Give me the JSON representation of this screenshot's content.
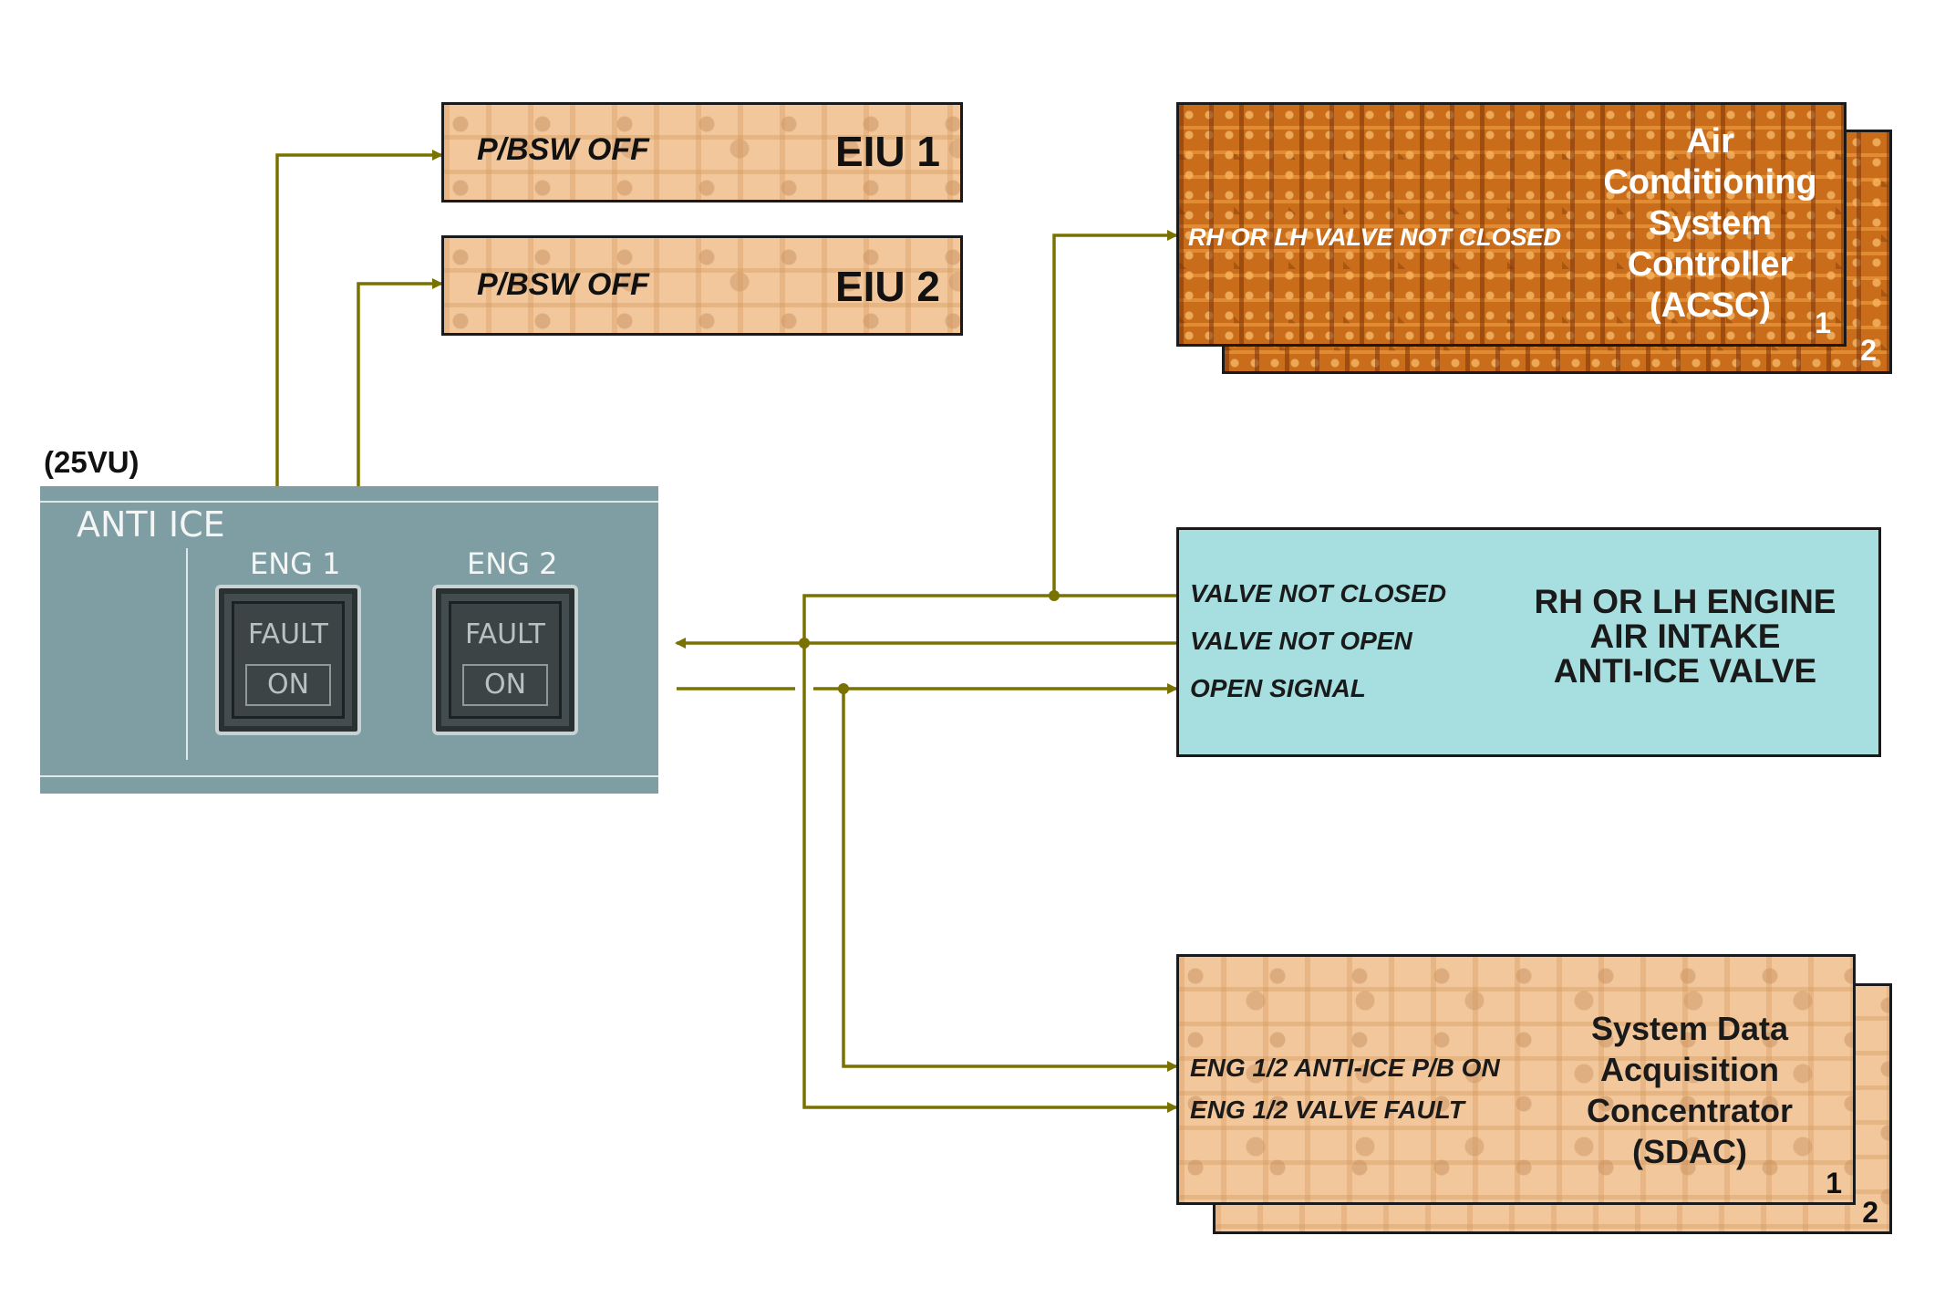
{
  "eiu1": {
    "signal": "P/BSW OFF",
    "title": "EIU 1"
  },
  "eiu2": {
    "signal": "P/BSW OFF",
    "title": "EIU 2"
  },
  "acsc": {
    "signal": "RH OR LH VALVE NOT CLOSED",
    "title": "Air\nConditioning\nSystem\nController\n(ACSC)",
    "num1": "1",
    "num2": "2"
  },
  "valve": {
    "signals": [
      "VALVE NOT CLOSED",
      "VALVE NOT OPEN",
      "OPEN SIGNAL"
    ],
    "title": "RH OR LH ENGINE\nAIR INTAKE\nANTI-ICE VALVE"
  },
  "sdac": {
    "signals": [
      "ENG 1/2 ANTI-ICE P/B ON",
      "ENG 1/2 VALVE FAULT"
    ],
    "title": "System Data\nAcquisition\nConcentrator\n(SDAC)",
    "num1": "1",
    "num2": "2"
  },
  "panel": {
    "location": "(25VU)",
    "title": "ANTI ICE",
    "buttons": [
      {
        "label": "ENG 1",
        "fault": "FAULT",
        "on": "ON"
      },
      {
        "label": "ENG 2",
        "fault": "FAULT",
        "on": "ON"
      }
    ]
  },
  "colors": {
    "wire": "#7a7200",
    "panel": "#7f9ea3",
    "valve_box": "#a7dfe0",
    "acsc_box": "#c96d1a",
    "pale_box": "#f2c79b"
  }
}
